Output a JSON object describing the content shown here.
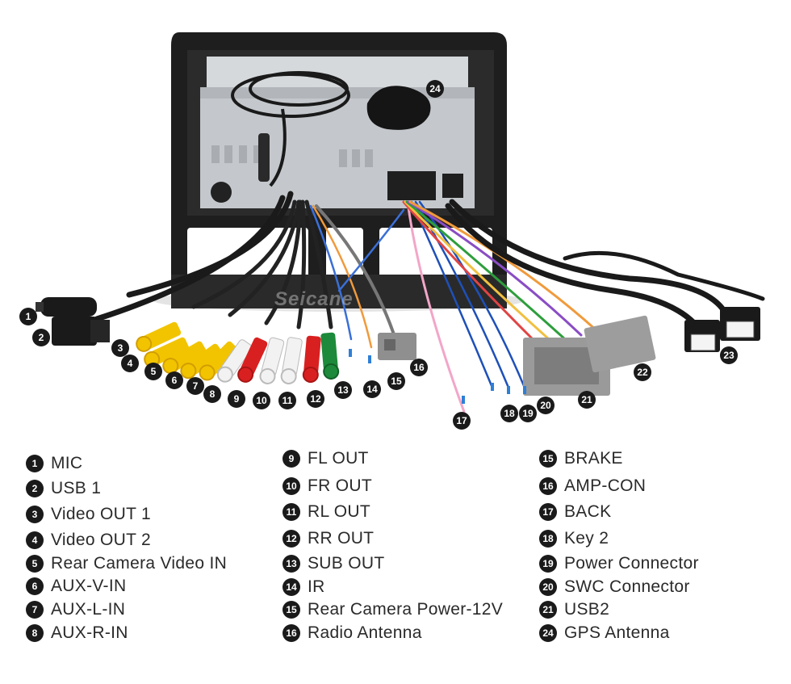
{
  "watermark": "Seicane",
  "colors": {
    "unit_frame": "#1c1c1c",
    "chassis": "#c9ccd0",
    "rca_yellow": "#f2c400",
    "rca_white": "#f2f2f2",
    "rca_red": "#d92020",
    "rca_green": "#1c8a3a",
    "connector_gray": "#9a9a9a",
    "callout_bg": "#1a1a1a"
  },
  "callouts": [
    "1",
    "2",
    "3",
    "4",
    "5",
    "6",
    "7",
    "8",
    "9",
    "10",
    "11",
    "12",
    "13",
    "14",
    "15",
    "16",
    "17",
    "18",
    "19",
    "20",
    "21",
    "22",
    "23",
    "24"
  ],
  "legend": {
    "col1": [
      {
        "num": "1",
        "label": "MIC"
      },
      {
        "num": "2",
        "label": "USB 1"
      },
      {
        "num": "3",
        "label": "Video OUT 1"
      },
      {
        "num": "4",
        "label": "Video OUT 2"
      },
      {
        "num": "5",
        "label": "Rear Camera Video IN"
      },
      {
        "num": "6",
        "label": "AUX-V-IN"
      },
      {
        "num": "7",
        "label": "AUX-L-IN"
      },
      {
        "num": "8",
        "label": "AUX-R-IN"
      }
    ],
    "col2": [
      {
        "num": "9",
        "label": "FL OUT"
      },
      {
        "num": "10",
        "label": "FR OUT"
      },
      {
        "num": "11",
        "label": "RL OUT"
      },
      {
        "num": "12",
        "label": "RR OUT"
      },
      {
        "num": "13",
        "label": "SUB OUT"
      },
      {
        "num": "14",
        "label": "IR"
      },
      {
        "num": "15",
        "label": "Rear Camera Power-12V"
      },
      {
        "num": "16",
        "label": "Radio Antenna"
      }
    ],
    "col3": [
      {
        "num": "15",
        "label": "BRAKE"
      },
      {
        "num": "16",
        "label": "AMP-CON"
      },
      {
        "num": "17",
        "label": "BACK"
      },
      {
        "num": "18",
        "label": "Key 2"
      },
      {
        "num": "19",
        "label": "Power Connector"
      },
      {
        "num": "20",
        "label": "SWC Connector"
      },
      {
        "num": "21",
        "label": "USB2"
      },
      {
        "num": "24",
        "label": "GPS Antenna"
      }
    ]
  }
}
